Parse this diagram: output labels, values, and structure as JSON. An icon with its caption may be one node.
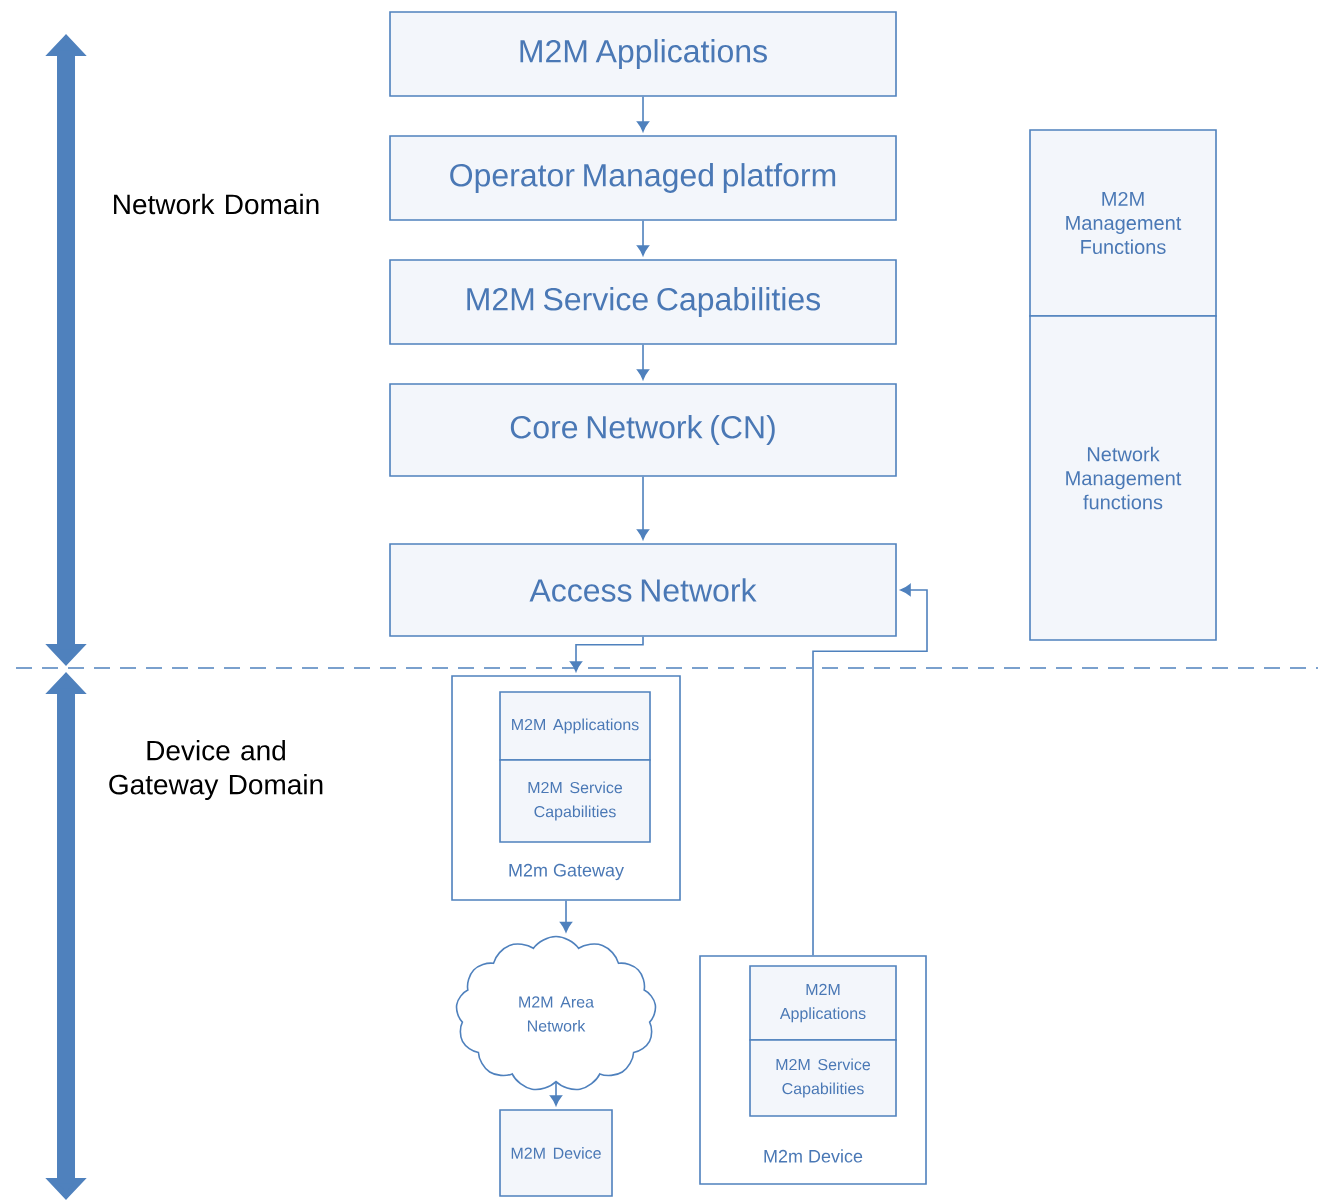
{
  "diagram": {
    "nodes": [
      {
        "text": [
          "M2M Applications"
        ]
      },
      {
        "text": [
          "Operator Managed platform"
        ]
      },
      {
        "text": [
          "M2M Service Capabilities"
        ]
      },
      {
        "text": [
          "Core Network (CN)"
        ]
      },
      {
        "text": [
          "Access Network"
        ]
      },
      {
        "text": [
          "M2M Management Functions"
        ]
      },
      {
        "text": [
          "Network Management functions"
        ]
      },
      {
        "text": [
          "M2m Gateway"
        ]
      },
      {
        "text": [
          "M2M Applications"
        ],
        "in": 7
      },
      {
        "text": [
          "M2M Service Capabilities"
        ],
        "in": 7
      },
      {
        "text": [
          "M2M Area Network"
        ]
      },
      {
        "text": [
          "M2M Device"
        ]
      },
      {
        "text": [
          "M2m Device"
        ]
      },
      {
        "text": [
          "M2M Applications"
        ],
        "in": 12
      },
      {
        "text": [
          "M2M Service Capabilities"
        ],
        "in": 12
      }
    ],
    "edges": [
      {
        "from": 0,
        "to": 1,
        "arrow": "to"
      },
      {
        "from": 1,
        "to": 2,
        "arrow": "to"
      },
      {
        "from": 2,
        "to": 3,
        "arrow": "to"
      },
      {
        "from": 3,
        "to": 4,
        "arrow": "to"
      },
      {
        "from": 4,
        "to": 7,
        "arrow": "to"
      },
      {
        "from": 7,
        "to": 10,
        "arrow": "to"
      },
      {
        "from": 10,
        "to": 11,
        "arrow": "to"
      },
      {
        "from": 12,
        "to": 4,
        "arrow": "to"
      }
    ],
    "labels": [
      "Network Domain",
      "Device and Gateway Domain"
    ]
  }
}
